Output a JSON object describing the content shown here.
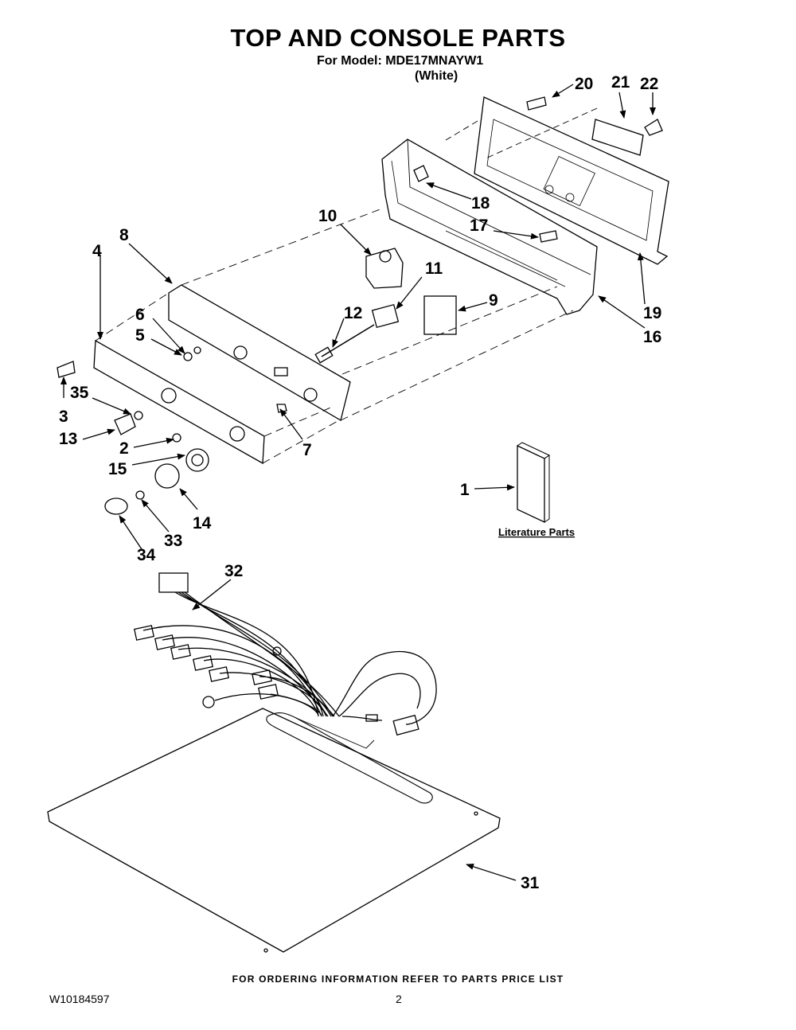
{
  "header": {
    "title": "TOP AND CONSOLE PARTS",
    "model_line": "For Model: MDE17MNAYW1",
    "color_line": "(White)"
  },
  "callouts": {
    "c1": "1",
    "c2": "2",
    "c3": "3",
    "c4": "4",
    "c5": "5",
    "c6": "6",
    "c7": "7",
    "c8": "8",
    "c9": "9",
    "c10": "10",
    "c11": "11",
    "c12": "12",
    "c13": "13",
    "c14": "14",
    "c15": "15",
    "c16": "16",
    "c17": "17",
    "c18": "18",
    "c19": "19",
    "c20": "20",
    "c21": "21",
    "c22": "22",
    "c31": "31",
    "c32": "32",
    "c33": "33",
    "c34": "34",
    "c35": "35"
  },
  "literature_label": "Literature Parts",
  "footer": {
    "ordering_note": "FOR ORDERING INFORMATION REFER TO PARTS PRICE LIST",
    "doc_number": "W10184597",
    "page_number": "2"
  }
}
